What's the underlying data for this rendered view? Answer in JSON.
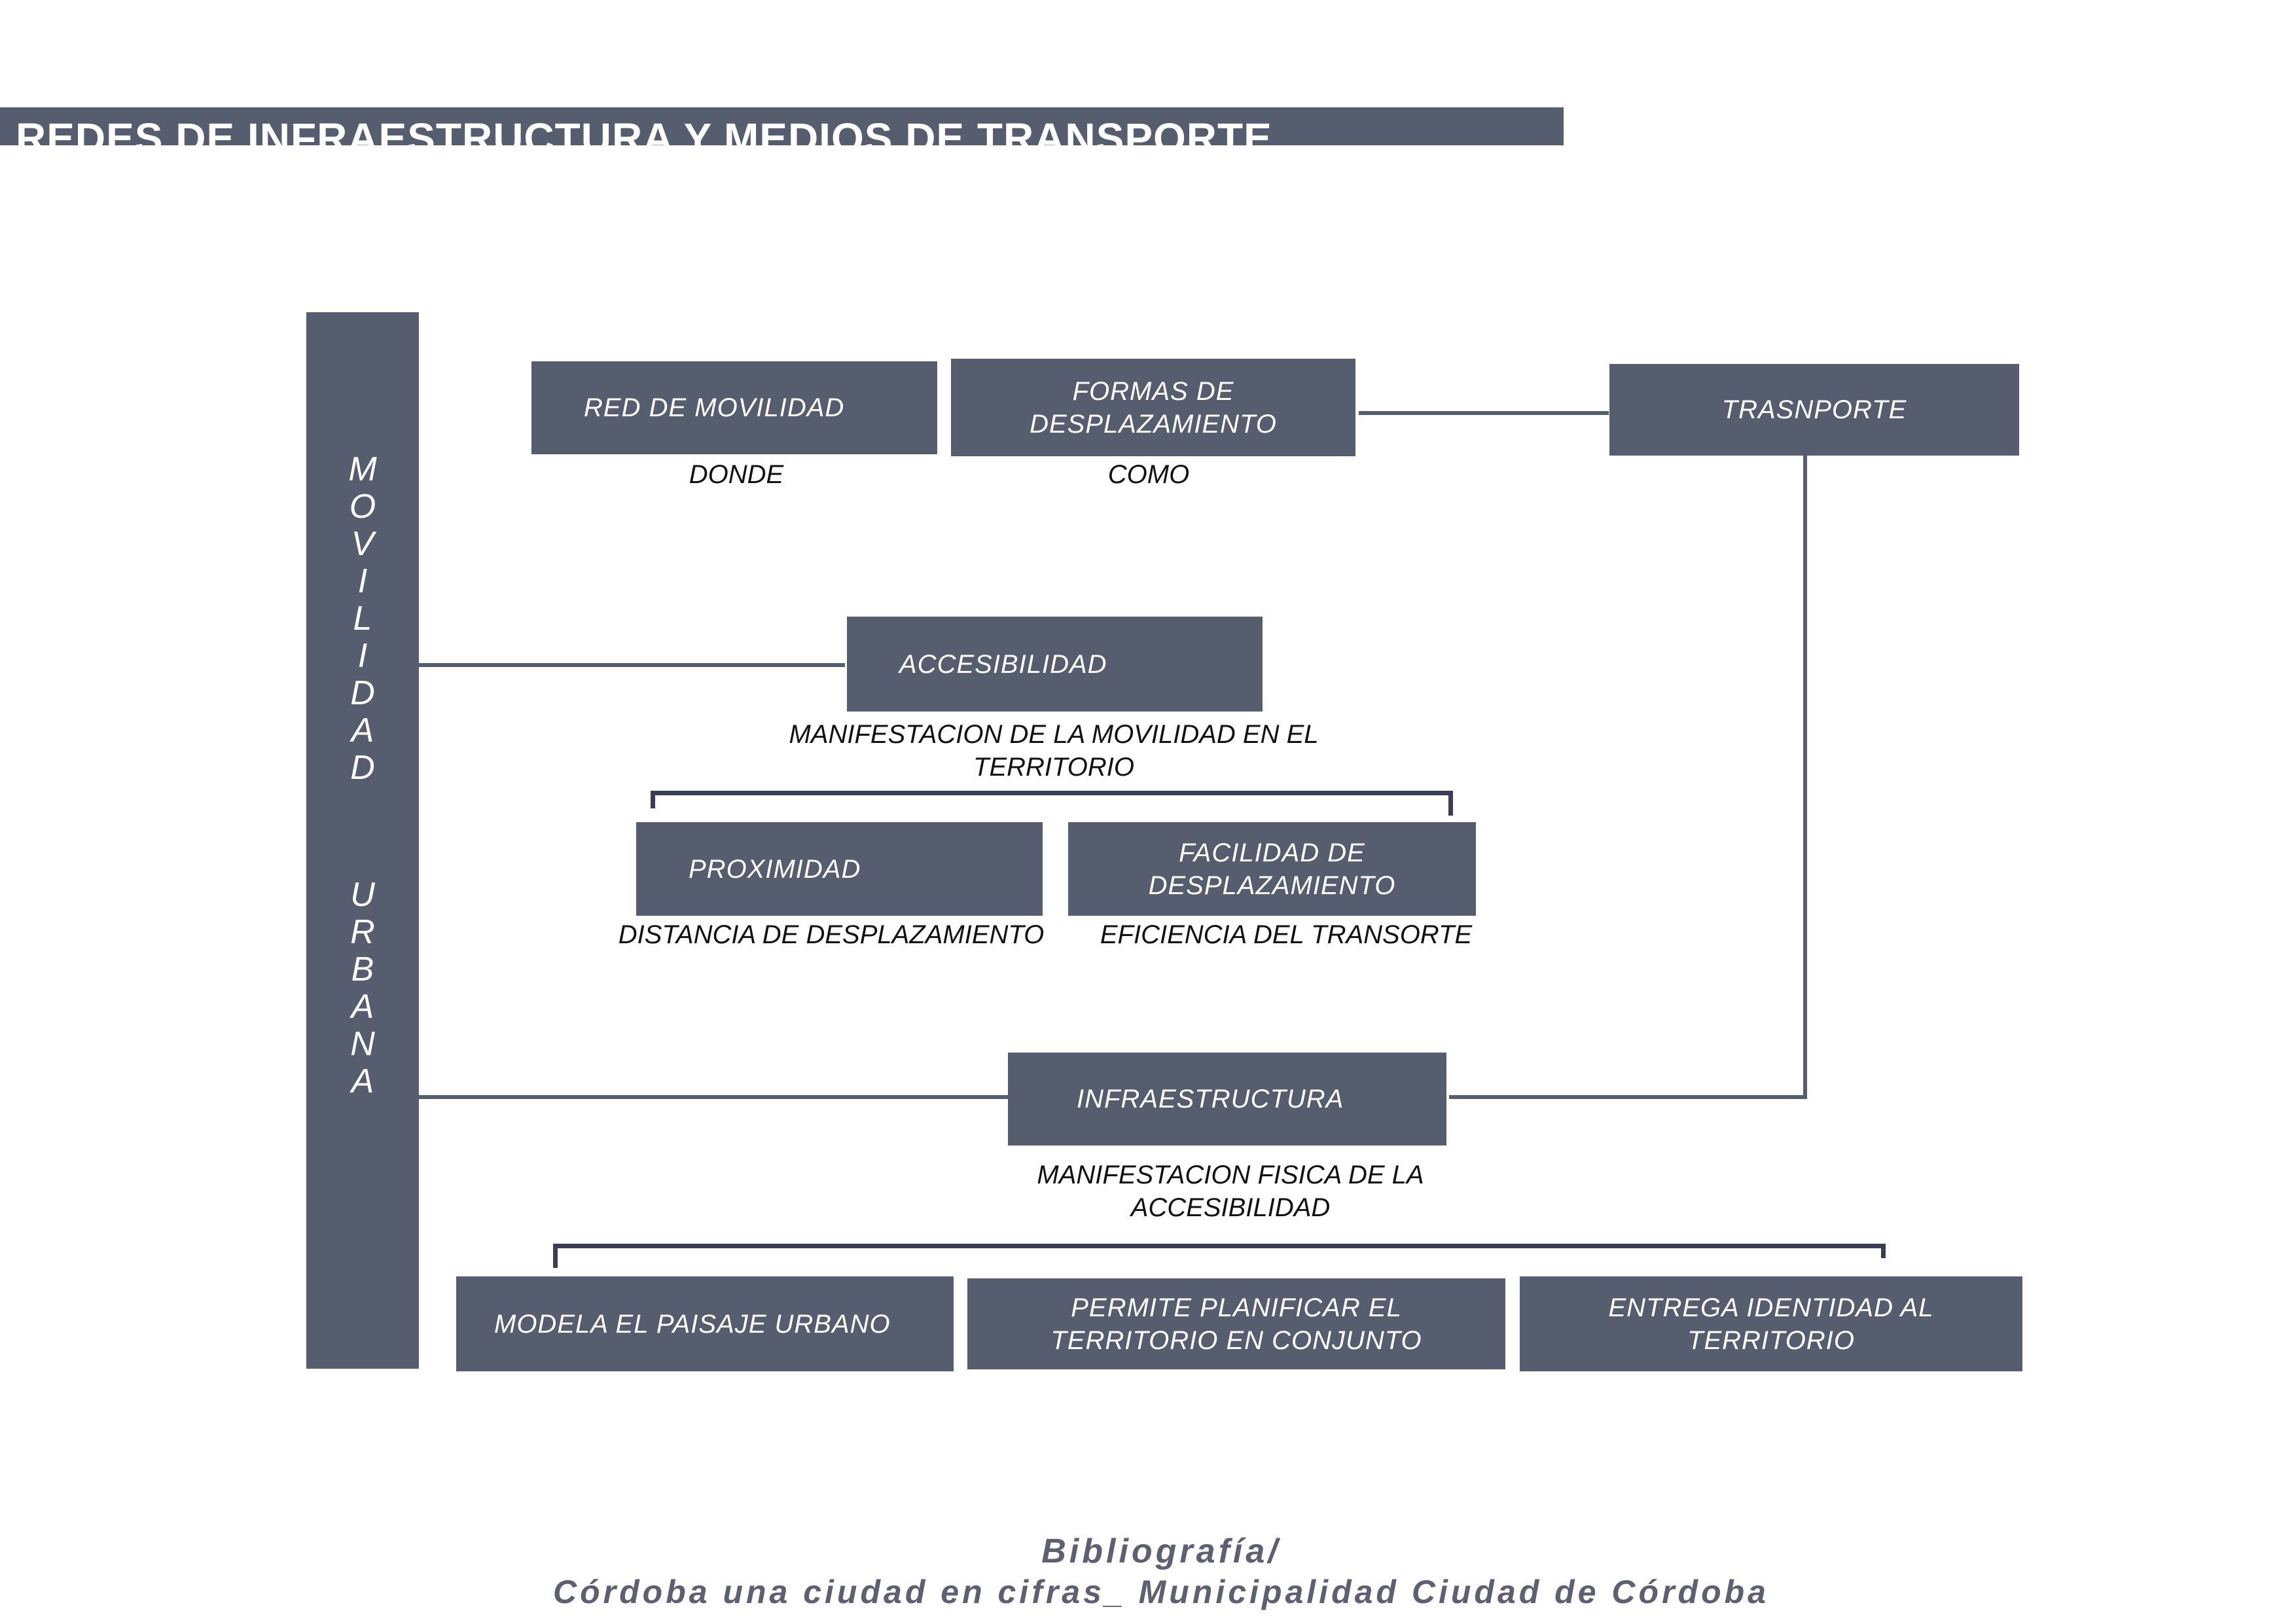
{
  "header": {
    "title": "REDES DE INFRAESTRUCTURA Y MEDIOS DE TRANSPORTE"
  },
  "sidebar": {
    "line1": "M\nO\nV\nI\nL\nI\nD\nA\nD",
    "line2": "U\nR\nB\nA\nN\nA"
  },
  "boxes": {
    "red_movilidad": "RED DE MOVILIDAD",
    "formas_desplazamiento": "FORMAS DE\nDESPLAZAMIENTO",
    "transporte": "TRASNPORTE",
    "accesibilidad": "ACCESIBILIDAD",
    "proximidad": "PROXIMIDAD",
    "facilidad_desplazamiento": "FACILIDAD DE\nDESPLAZAMIENTO",
    "infraestructura": "INFRAESTRUCTURA",
    "paisaje_urbano": "MODELA EL PAISAJE URBANO",
    "planificar": "PERMITE PLANIFICAR EL\nTERRITORIO EN CONJUNTO",
    "identidad": "ENTREGA IDENTIDAD AL\nTERRITORIO"
  },
  "captions": {
    "donde": "DONDE",
    "como": "COMO",
    "manifestacion_movilidad": "MANIFESTACION DE LA MOVILIDAD EN EL\nTERRITORIO",
    "distancia": "DISTANCIA DE DESPLAZAMIENTO",
    "eficiencia": "EFICIENCIA DEL TRANSORTE",
    "manifestacion_fisica": "MANIFESTACION FISICA DE LA\nACCESIBILIDAD"
  },
  "footer": {
    "bibliografia": "Bibliografía/",
    "source": "Córdoba una ciudad en cifras_ Municipalidad Ciudad de Córdoba"
  },
  "colors": {
    "box": "#565d6e",
    "bracket": "#3a3d55",
    "text": "#111111"
  }
}
